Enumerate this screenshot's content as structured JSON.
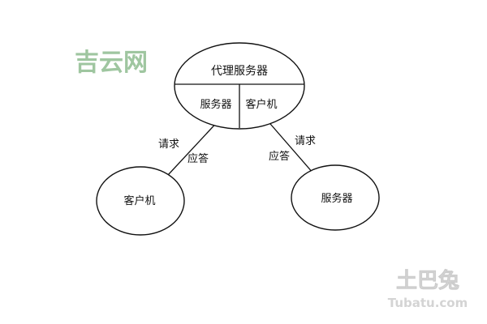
{
  "watermark_top": {
    "text": "吉云网",
    "color": "#9fc6a0"
  },
  "watermark_bottom": {
    "text_cn": "土巴兔",
    "text_en": "Tubatu.com",
    "color": "#cccccc"
  },
  "proxy": {
    "title": "代理服务器",
    "left_section": "服务器",
    "right_section": "客户机"
  },
  "client": {
    "label": "客户机"
  },
  "server": {
    "label": "服务器"
  },
  "left_link": {
    "request": "请求",
    "response": "应答"
  },
  "right_link": {
    "request": "请求",
    "response": "应答"
  },
  "colors": {
    "stroke": "#111111",
    "text": "#111111",
    "background": "#ffffff"
  }
}
